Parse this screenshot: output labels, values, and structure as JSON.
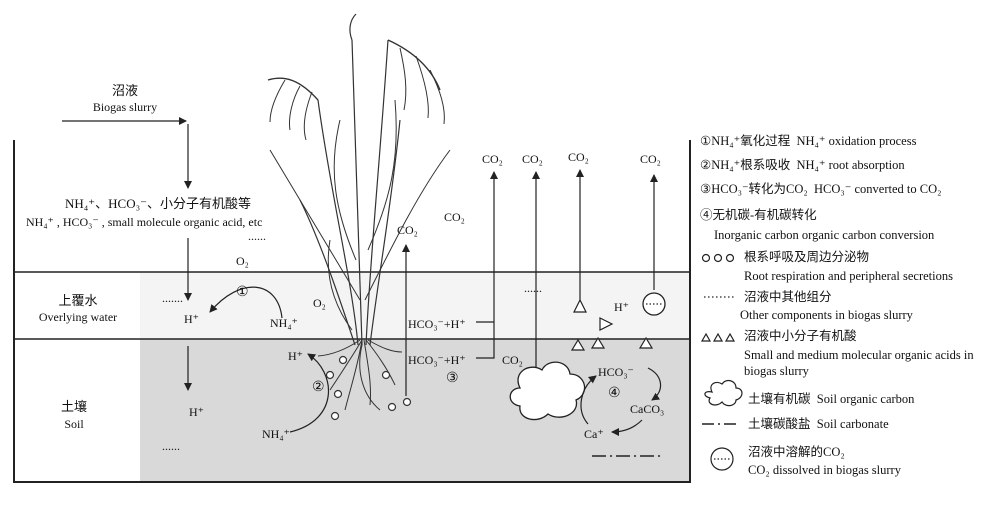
{
  "input": {
    "cn": "沼液",
    "en": "Biogas slurry",
    "comp_cn": "NH₄⁺、HCO₃⁻、小分子有机酸等",
    "comp_en": "NH₄⁺ , HCO₃⁻ , small molecule organic acid, etc"
  },
  "layers": {
    "water_cn": "上覆水",
    "water_en": "Overlying water",
    "soil_cn": "土壤",
    "soil_en": "Soil"
  },
  "labels": {
    "o2_air": "O₂",
    "o2_water": "O₂",
    "co2_air": "CO₂",
    "co2_root": "CO₂",
    "co2_1": "CO₂",
    "co2_2": "CO₂",
    "co2_3": "CO₂",
    "co2_4": "CO₂",
    "co2_soil": "CO₂",
    "h_water": "H⁺",
    "h_soil": "H⁺",
    "h_root": "H⁺",
    "h_right": "H⁺",
    "nh4_water": "NH₄⁺",
    "nh4_soil": "NH₄⁺",
    "hco3_h_water": "HCO₃⁻+H⁺",
    "hco3_h_soil": "HCO₃⁻+H⁺",
    "hco3_soil": "HCO₃⁻",
    "caco3": "CaCO₃",
    "ca": "Ca⁺",
    "dots_air": "......",
    "dots_water": ".......",
    "dots_soil": "......",
    "dots_right": "......",
    "c1": "①",
    "c2": "②",
    "c3": "③",
    "c4": "④"
  },
  "legend": [
    {
      "icon": "circled-1",
      "cn": "①NH₄⁺氧化过程",
      "en": "NH₄⁺ oxidation process"
    },
    {
      "icon": "circled-2",
      "cn": "②NH₄⁺根系吸收",
      "en": "NH₄⁺ root absorption"
    },
    {
      "icon": "circled-3",
      "cn": "③HCO₃⁻转化为CO₂",
      "en": "HCO₃⁻ converted to CO₂"
    },
    {
      "icon": "circled-4",
      "cn": "④无机碳-有机碳转化",
      "en": "Inorganic carbon organic carbon conversion"
    },
    {
      "icon": "open-circles",
      "cn": "根系呼吸及周边分泌物",
      "en": "Root respiration and peripheral secretions"
    },
    {
      "icon": "dotted-line",
      "cn": "沼液中其他组分",
      "en": "Other components in biogas slurry"
    },
    {
      "icon": "triangles",
      "cn": "沼液中小分子有机酸",
      "en": "Small and medium molecular organic acids in biogas slurry"
    },
    {
      "icon": "cloud",
      "cn": "土壤有机碳",
      "en": "Soil organic carbon"
    },
    {
      "icon": "dash-dot-line",
      "cn": "土壤碳酸盐",
      "en": "Soil carbonate"
    },
    {
      "icon": "dotted-circle",
      "cn": "沼液中溶解的CO₂",
      "en": "CO₂ dissolved in biogas slurry"
    }
  ],
  "colors": {
    "soil": "#d9d9d9",
    "water": "#f3f3f3",
    "line": "#222222"
  }
}
